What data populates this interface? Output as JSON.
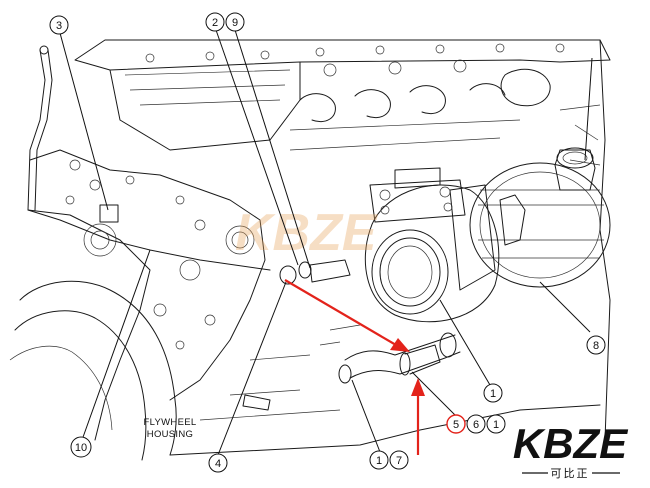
{
  "diagram": {
    "label_flywheel_line1": "FLYWHEEL",
    "label_flywheel_line2": "HOUSING",
    "callouts": [
      {
        "id": "c3",
        "text": "3"
      },
      {
        "id": "c2",
        "text": "2"
      },
      {
        "id": "c9",
        "text": "9"
      },
      {
        "id": "c8",
        "text": "8"
      },
      {
        "id": "c1a",
        "text": "1"
      },
      {
        "id": "c5",
        "text": "5"
      },
      {
        "id": "c6",
        "text": "6"
      },
      {
        "id": "c1b",
        "text": "1"
      },
      {
        "id": "c1c",
        "text": "1"
      },
      {
        "id": "c7",
        "text": "7"
      },
      {
        "id": "c4",
        "text": "4"
      },
      {
        "id": "c10",
        "text": "10"
      }
    ],
    "accent_color": "#e3231b"
  },
  "logo": {
    "brand": "KBZE",
    "subtitle": "可比正"
  }
}
